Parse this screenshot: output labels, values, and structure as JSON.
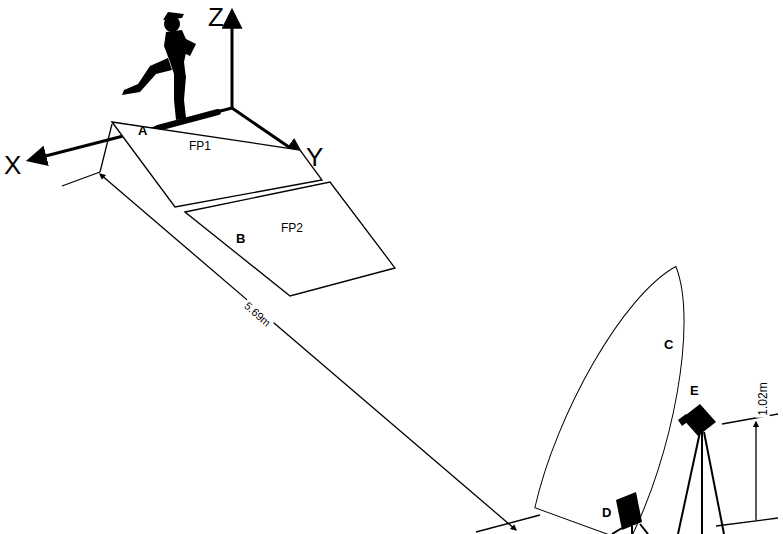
{
  "diagram": {
    "nodes": [
      {
        "text": [
          "FP1"
        ]
      },
      {
        "text": [
          "FP2"
        ]
      }
    ],
    "labels": [
      "Z",
      "X",
      "Y",
      "A",
      "B",
      "5.69m",
      "C",
      "E",
      "1.02m",
      "D"
    ]
  }
}
